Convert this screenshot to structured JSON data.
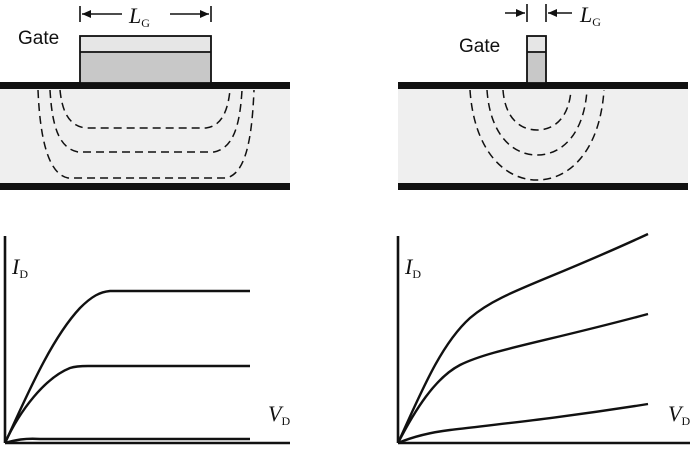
{
  "long_channel": {
    "gate_label": "Gate",
    "length_symbol": "L",
    "length_subscript": "G",
    "current_symbol": "I",
    "current_subscript": "D",
    "voltage_symbol": "V",
    "voltage_subscript": "D"
  },
  "short_channel": {
    "gate_label": "Gate",
    "length_symbol": "L",
    "length_subscript": "G",
    "current_symbol": "I",
    "current_subscript": "D",
    "voltage_symbol": "V",
    "voltage_subscript": "D"
  },
  "colors": {
    "line": "#111111",
    "gate_fill": "#c8c8c8",
    "substrate_fill": "#efefef"
  }
}
